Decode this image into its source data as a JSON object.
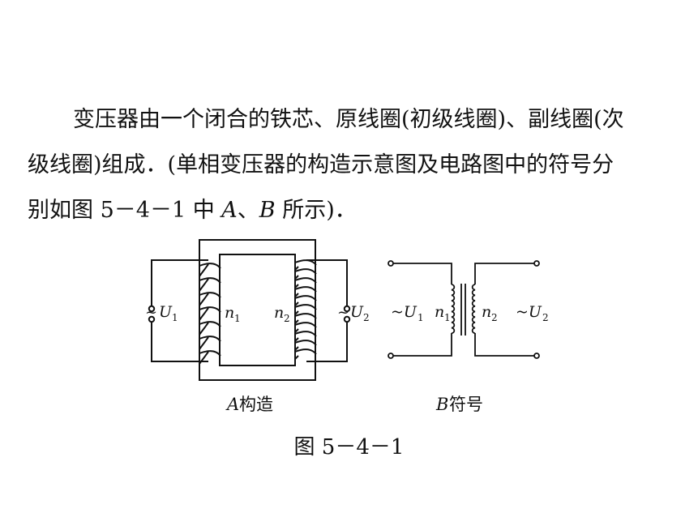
{
  "paragraph": {
    "line1": "变压器由一个闭合的铁芯、原线圈(初级线圈)、副线圈(次",
    "line2": "级线圈)组成．(单相变压器的构造示意图及电路图中的符号分",
    "line3_prefix": "别如图 5－4－1 中 ",
    "line3_a": "A",
    "line3_sep": "、",
    "line3_b": "B",
    "line3_suffix": " 所示)．"
  },
  "diagram_a": {
    "u1_tilde": "~",
    "u1_letter": "U",
    "u1_sub": "1",
    "n1_letter": "n",
    "n1_sub": "1",
    "n2_letter": "n",
    "n2_sub": "2",
    "u2_tilde": "~",
    "u2_letter": "U",
    "u2_sub": "2",
    "label_letter": "A",
    "label_text": "构造"
  },
  "diagram_b": {
    "u1": "~U",
    "u1_sub": "1",
    "n1_letter": "n",
    "n1_sub": "1",
    "n2_letter": "n",
    "n2_sub": "2",
    "u2": "~U",
    "u2_sub": "2",
    "label_letter": "B",
    "label_text": "符号"
  },
  "figure_caption": "图 5－4－1"
}
